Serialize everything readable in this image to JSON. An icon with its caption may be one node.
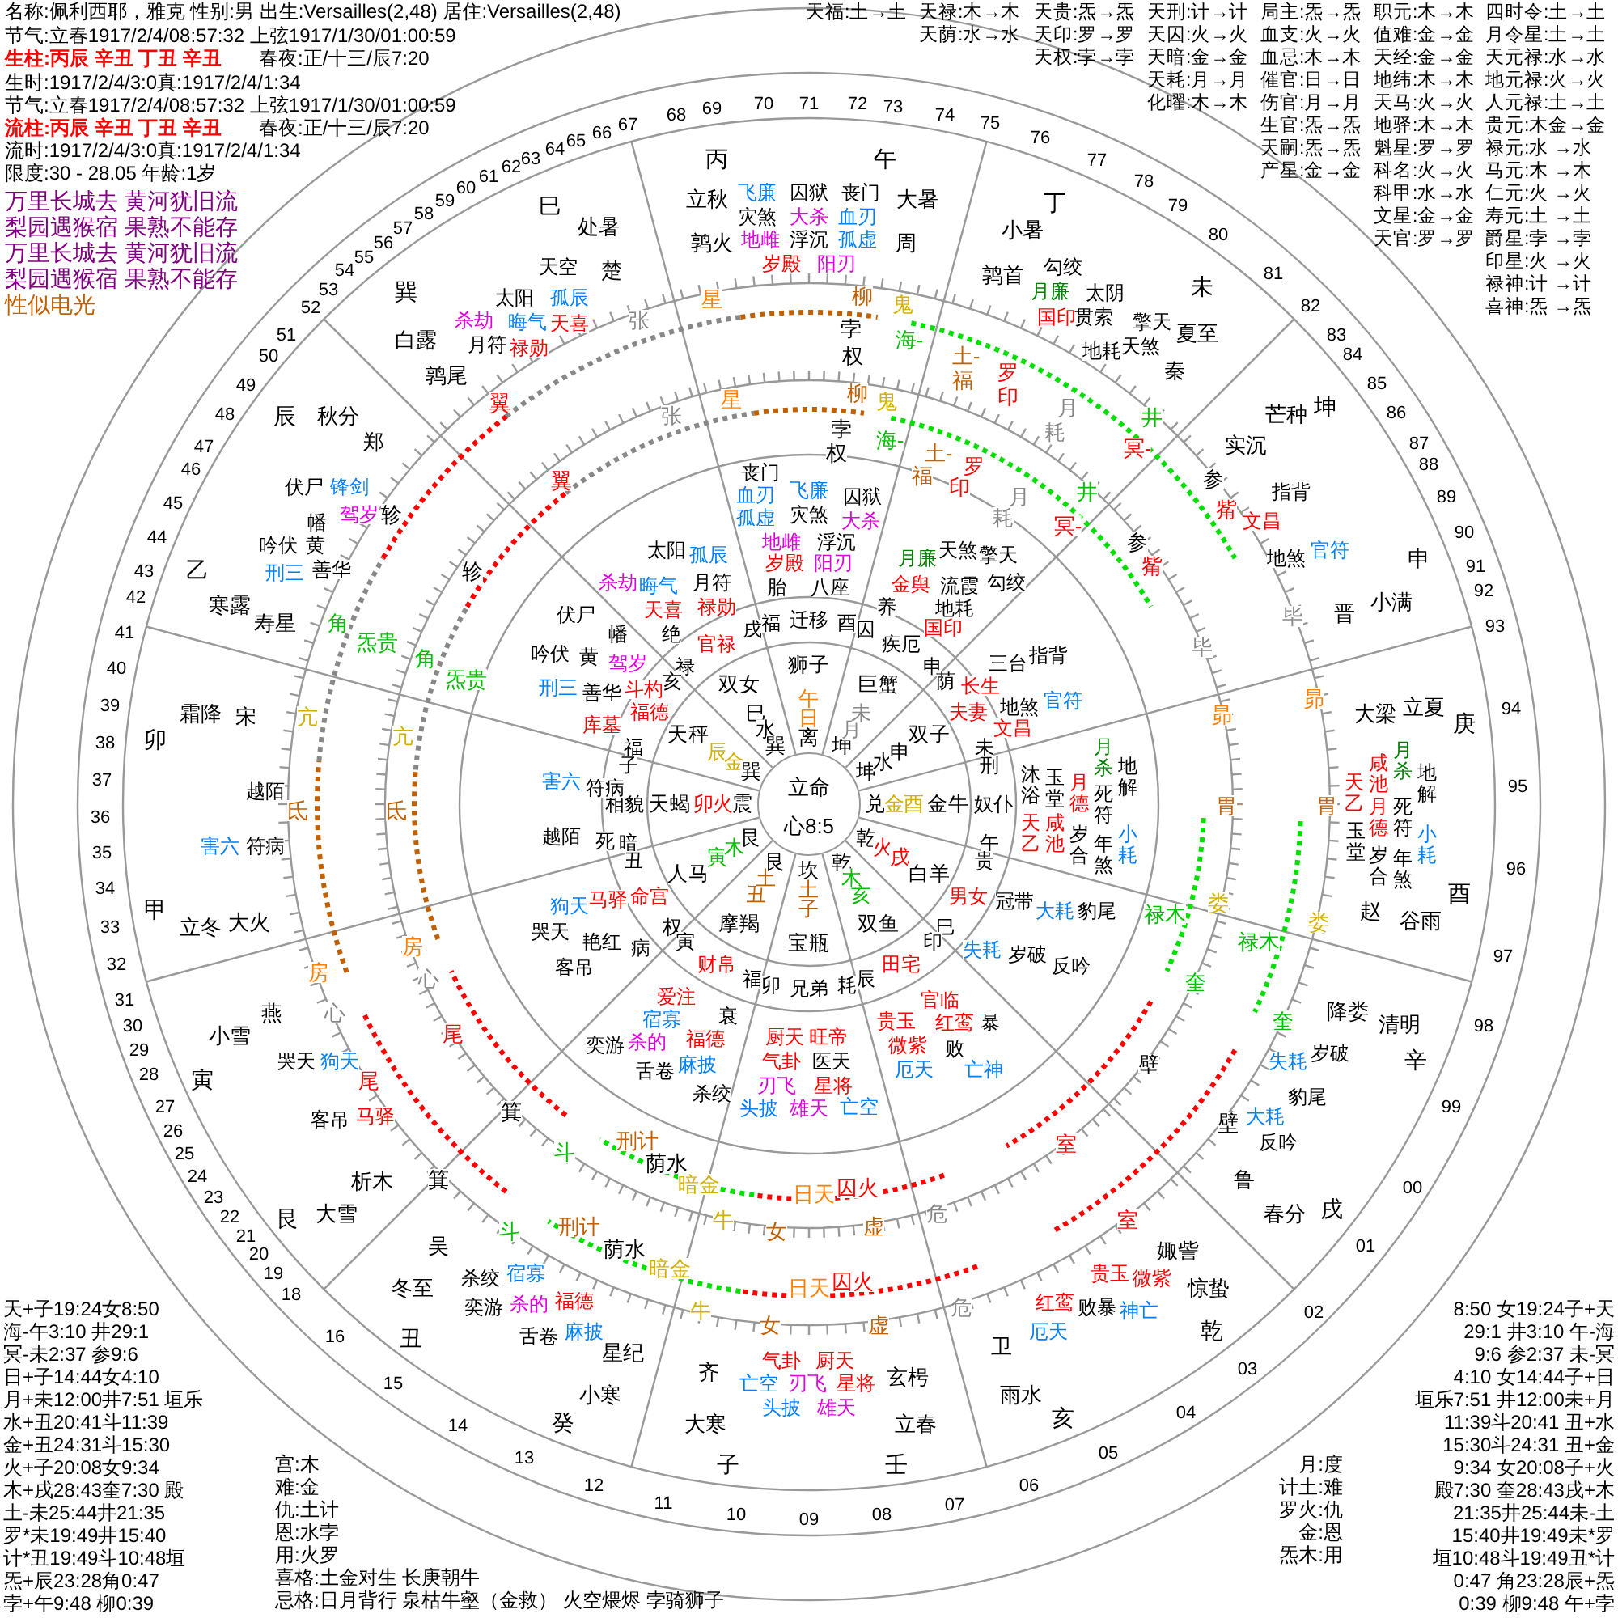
{
  "diagram": {
    "nodes": [
      {
        "text": [
          "立命",
          "心8:5"
        ]
      }
    ],
    "labels": [
      "名称:佩利西耶，雅克 性别:男 出生:Versailles(2,48) 居住:Versailles(2,48)",
      "节气:立春1917/2/4/08:57:32 上弦1917/1/30/01:00:59",
      "生柱:丙辰 辛丑 丁丑 辛丑",
      "春夜:正/十三/辰7:20",
      "生时:1917/2/4/3:0真:1917/2/4/1:34",
      "节气:立春1917/2/4/08:57:32 上弦1917/1/30/01:00:59",
      "流柱:丙辰 辛丑 丁丑 辛丑",
      "春夜:正/十三/辰7:20",
      "流时:1917/2/4/3:0真:1917/2/4/1:34",
      "限度:30 - 28.05 年龄:1岁",
      "万里长城去 黄河犹旧流",
      "梨园遇猴宿 果熟不能存",
      "万里长城去 黄河犹旧流",
      "梨园遇猴宿 果熟不能存",
      "性似电光",
      "天福:土→土",
      "天禄:木→木",
      "天贵:炁→炁",
      "天刑:计→计",
      "局主:炁→炁",
      "职元:木→木",
      "四时令:土→土",
      "天荫:水→水",
      "天印:罗→罗",
      "天囚:火→火",
      "血支:火→火",
      "值难:金→金",
      "月令星:土→土",
      "天权:孛→孛",
      "天暗:金→金",
      "血忌:木→木",
      "天经:金→金",
      "天元禄:水→水",
      "天耗:月→月",
      "催官:日→日",
      "地纬:木→木",
      "地元禄:火→火",
      "化曜:木→木",
      "伤官:月→月",
      "天马:火→火",
      "人元禄:土→土",
      "生官:炁→炁",
      "地驿:木→木",
      "贵元:木金→金",
      "天嗣:炁→炁",
      "魁星:罗→罗",
      "禄元:水 →水",
      "产星:金→金",
      "科名:火→火",
      "马元:木 →木",
      "科甲:水→水",
      "仁元:火 →火",
      "文星:金→金",
      "寿元:土 →土",
      "天官:罗→罗",
      "爵星:孛 →孛",
      "印星:火 →火",
      "禄神:计 →计",
      "喜神:炁 →炁",
      "天+子19:24女8:50",
      "海-午3:10 井29:1",
      "冥-未2:37 参9:6",
      "日+子14:44女4:10",
      "月+未12:00井7:51 垣乐",
      "水+丑20:41斗11:39",
      "金+丑24:31斗15:30",
      "火+子20:08女9:34",
      "木+戌28:43奎7:30 殿",
      "土-未25:44井21:35",
      "罗*未19:49井15:40",
      "计*丑19:49斗10:48垣",
      "炁+辰23:28角0:47",
      "孛+午9:48 柳0:39",
      "宫:木",
      "难:金",
      "仇:土计",
      "恩:水孛",
      "用:火罗",
      "喜格:土金对生 长庚朝牛",
      "忌格:日月背行 泉枯牛壑（金救） 火空煨烬 孛骑狮子",
      "8:50 女19:24子+天",
      "29:1 井3:10 午-海",
      "9:6 参2:37 未-冥",
      "4:10 女14:44子+日",
      "垣乐7:51 井12:00未+月",
      "11:39斗20:41 丑+水",
      "15:30斗24:31 丑+金",
      "9:34 女20:08子+火",
      "殿7:30 奎28:43戌+木",
      "21:35井25:44未-土",
      "15:40井19:49未*罗",
      "垣10:48斗19:49丑*计",
      "0:47 角23:28辰+炁",
      "0:39 柳9:48 午+孛",
      "月:度",
      "计土:难",
      "罗火:仇",
      "金:恩",
      "炁木:用",
      "狮子",
      "午",
      "日",
      "离",
      "双女",
      "巳",
      "水",
      "巽",
      "坤",
      "月",
      "未",
      "巨蟹",
      "天秤",
      "辰",
      "金",
      "巽",
      "坤",
      "水",
      "申",
      "双子",
      "天蝎",
      "卯",
      "火",
      "震",
      "兑",
      "金",
      "酉",
      "金牛",
      "人马",
      "寅",
      "木",
      "艮",
      "乾",
      "火",
      "戌",
      "白羊",
      "摩羯",
      "丑",
      "土",
      "艮",
      "乾",
      "木",
      "亥",
      "双鱼",
      "坎",
      "土",
      "子",
      "宝瓶",
      "福",
      "迁移",
      "酉",
      "禄",
      "官禄",
      "戌",
      "囚",
      "疾厄",
      "申",
      "福",
      "福德",
      "亥",
      "子",
      "相貌",
      "暗",
      "荫",
      "夫妻",
      "未",
      "丑",
      "命宫",
      "权",
      "刑",
      "奴仆",
      "午",
      "巳",
      "男女",
      "贵",
      "寅",
      "财帛",
      "福",
      "辰",
      "田宅",
      "印",
      "卯",
      "兄弟",
      "耗",
      "丙",
      "午",
      "丁",
      "未",
      "坤",
      "申",
      "庚",
      "酉",
      "辛",
      "戌",
      "巳",
      "巽",
      "辰",
      "乙",
      "卯",
      "甲",
      "寅",
      "艮",
      "丑",
      "癸",
      "子",
      "壬",
      "亥",
      "乾",
      "立秋",
      "大暑",
      "小暑",
      "夏至",
      "芒种",
      "小满",
      "立夏",
      "谷雨",
      "清明",
      "春分",
      "处暑",
      "白露",
      "秋分",
      "寒露",
      "霜降",
      "立冬",
      "小雪",
      "大雪",
      "冬至",
      "小寒",
      "大寒",
      "立春",
      "雨水",
      "惊蛰",
      "楚",
      "周",
      "秦",
      "晋",
      "赵",
      "鲁",
      "郑",
      "宋",
      "燕",
      "吴",
      "齐",
      "卫",
      "鹑火",
      "鹑首",
      "实沉",
      "大梁",
      "降娄",
      "鹑尾",
      "寿星",
      "大火",
      "析木",
      "星纪",
      "玄枵",
      "娵訾",
      "36",
      "37",
      "38",
      "39",
      "40",
      "41",
      "42",
      "43",
      "44",
      "45",
      "46",
      "47",
      "48",
      "49",
      "50",
      "51",
      "52",
      "53",
      "54",
      "55",
      "56",
      "57",
      "58",
      "59",
      "60",
      "61",
      "62",
      "63",
      "64",
      "65",
      "66",
      "67",
      "68",
      "69",
      "70",
      "71",
      "72",
      "73",
      "74",
      "75",
      "76",
      "77",
      "78",
      "79",
      "80",
      "81",
      "82",
      "83",
      "84",
      "85",
      "86",
      "87",
      "88",
      "89",
      "90",
      "91",
      "92",
      "93",
      "94",
      "95",
      "96",
      "97",
      "98",
      "99",
      "00",
      "01",
      "02",
      "03",
      "04",
      "05",
      "06",
      "35",
      "34",
      "33",
      "32",
      "31",
      "30",
      "29",
      "28",
      "27",
      "26",
      "25",
      "24",
      "23",
      "22",
      "21",
      "20",
      "19",
      "18",
      "16",
      "15",
      "14",
      "13",
      "12",
      "11",
      "10",
      "09",
      "08",
      "07",
      "飞廉",
      "囚狱",
      "丧门",
      "灾煞",
      "大杀",
      "血刃",
      "地雌",
      "浮沉",
      "孤虚",
      "岁殿",
      "阳刃",
      "勾绞",
      "月廉",
      "太阴",
      "国印",
      "贯索",
      "擎天",
      "地耗",
      "天煞",
      "指背",
      "文昌",
      "地煞",
      "官符",
      "天空",
      "太阳",
      "孤辰",
      "杀劫",
      "晦气",
      "天喜",
      "月符",
      "禄勋",
      "伏尸",
      "锋剑",
      "幡",
      "驾岁",
      "吟伏",
      "黄",
      "刑三",
      "善华",
      "越陌",
      "害六",
      "符病",
      "哭天",
      "狗天",
      "客吊",
      "马驿",
      "杀绞",
      "宿寡",
      "奕游",
      "杀的",
      "福德",
      "舌卷",
      "麻披",
      "气卦",
      "厨天",
      "亡空",
      "刃飞",
      "星将",
      "头披",
      "雄天",
      "贵玉",
      "微紫",
      "红鸾",
      "败暴",
      "神亡",
      "厄天",
      "天乙",
      "玉堂",
      "咸池",
      "月德",
      "岁合",
      "月杀",
      "死符",
      "年煞",
      "地解",
      "小耗",
      "失耗",
      "岁破",
      "豹尾",
      "大耗",
      "反吟",
      "丧门",
      "血刃",
      "飞廉",
      "囚狱",
      "孤虚",
      "灾煞",
      "大杀",
      "地雌",
      "浮沉",
      "岁殿",
      "阳刃",
      "胎",
      "八座",
      "太阳",
      "孤辰",
      "杀劫",
      "晦气",
      "月符",
      "天喜",
      "禄勋",
      "绝",
      "伏尸",
      "幡",
      "吟伏",
      "黄",
      "驾岁",
      "刑三",
      "善华",
      "斗杓",
      "库墓",
      "害六",
      "符病",
      "越陌",
      "死",
      "狗天",
      "马驿",
      "哭天",
      "艳红",
      "病",
      "客吊",
      "爱注",
      "宿寡",
      "衰",
      "奕游",
      "杀的",
      "福德",
      "舌卷",
      "麻披",
      "杀绞",
      "厨天",
      "旺帝",
      "气卦",
      "医天",
      "刃飞",
      "星将",
      "头披",
      "雄天",
      "亡空",
      "官临",
      "贵玉",
      "红鸾",
      "暴",
      "微紫",
      "败",
      "厄天",
      "亡神",
      "月廉",
      "天煞",
      "擎天",
      "金舆",
      "流霞",
      "勾绞",
      "养",
      "地耗",
      "国印",
      "三台",
      "指背",
      "长生",
      "地煞",
      "官符",
      "文昌",
      "沐浴",
      "天乙",
      "玉堂",
      "咸池",
      "月德",
      "岁合",
      "月杀",
      "死符",
      "年煞",
      "地解",
      "小耗",
      "冠带",
      "大耗",
      "豹尾",
      "失耗",
      "岁破",
      "反吟",
      "张",
      "星",
      "柳",
      "鬼",
      "孛",
      "权",
      "海-",
      "土-",
      "福",
      "罗",
      "印",
      "月",
      "耗",
      "井",
      "冥-",
      "参",
      "觜",
      "毕",
      "昴",
      "胃",
      "禄木",
      "娄",
      "翼",
      "轸",
      "角",
      "炁贵",
      "亢",
      "氐",
      "房",
      "心",
      "尾",
      "箕",
      "斗",
      "刑计",
      "荫水",
      "暗金",
      "牛",
      "女",
      "日天",
      "囚火",
      "虚",
      "危",
      "室",
      "壁",
      "奎",
      "张",
      "星",
      "柳",
      "鬼",
      "孛",
      "权",
      "海-",
      "土-",
      "福",
      "罗",
      "印",
      "月",
      "耗",
      "井",
      "冥-",
      "参",
      "觜",
      "毕",
      "昴",
      "胃",
      "禄木",
      "娄",
      "翼",
      "轸",
      "角",
      "炁贵",
      "亢",
      "氐",
      "房",
      "心",
      "尾",
      "箕",
      "斗",
      "刑计",
      "荫水",
      "暗金",
      "牛",
      "女",
      "日天",
      "囚火",
      "虚",
      "危",
      "室",
      "壁",
      "奎"
    ]
  }
}
